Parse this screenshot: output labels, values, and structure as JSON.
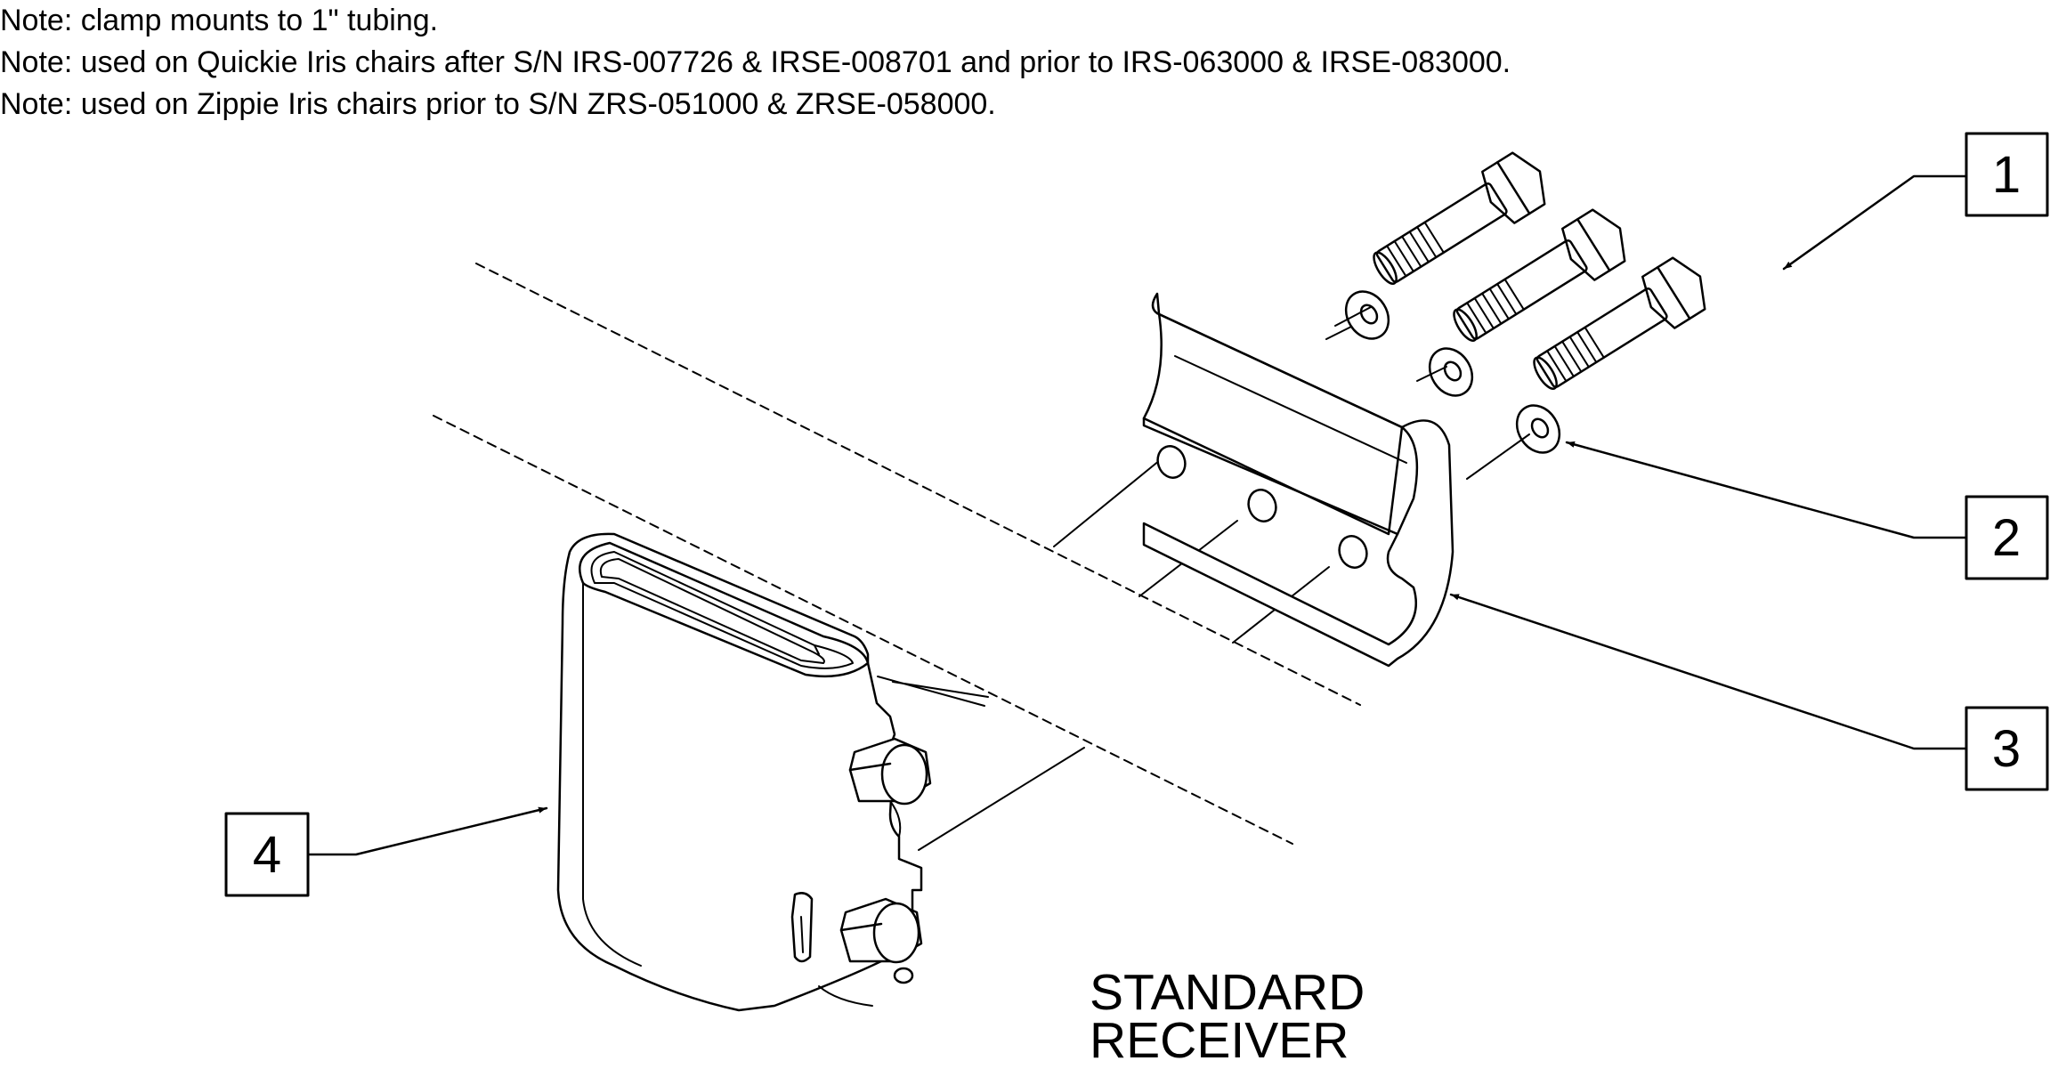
{
  "notes": [
    "Note: clamp mounts to 1\" tubing.",
    "Note: used on Quickie Iris chairs after S/N IRS-007726 & IRSE-008701 and prior to IRS-063000 & IRSE-083000.",
    "Note: used on Zippie Iris chairs prior to S/N ZRS-051000 & ZRSE-058000."
  ],
  "title": {
    "line1": "STANDARD",
    "line2": "RECEIVER"
  },
  "callouts": [
    {
      "label": "1",
      "part": "bolt"
    },
    {
      "label": "2",
      "part": "washer"
    },
    {
      "label": "3",
      "part": "clamp"
    },
    {
      "label": "4",
      "part": "receiver"
    }
  ]
}
